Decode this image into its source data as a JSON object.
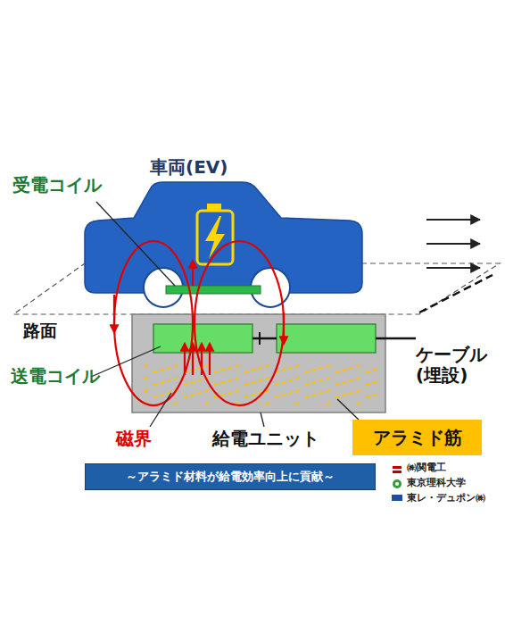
{
  "diagram": {
    "nodes": [
      {
        "text": [
          "アラミド筋"
        ]
      },
      {
        "text": [
          "～アラミド材料が給電効率向上に貢献～"
        ]
      }
    ],
    "labels": [
      "車両(EV)",
      "受電コイル",
      "路面",
      "送電コイル",
      "磁界",
      "給電ユニット",
      "ケーブル (埋設)",
      "㈱関電工",
      "東京理科大学",
      "東レ・デュポン㈱"
    ]
  }
}
